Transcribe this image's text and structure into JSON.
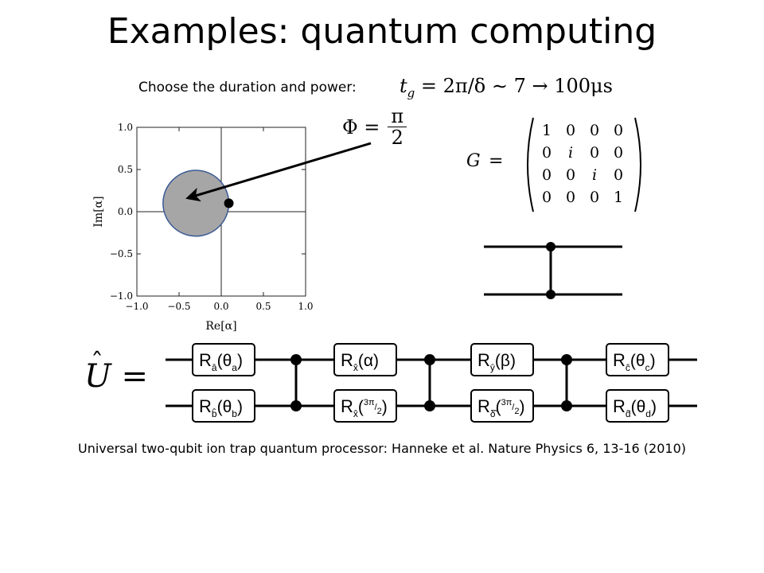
{
  "title": "Examples: quantum computing",
  "duration": {
    "label": "Choose the duration and power:",
    "lhs": "t",
    "lhs_sub": "g",
    "rhs": "= 2π/δ ∼ 7 → 100μs"
  },
  "phase": {
    "lhs": "Φ =",
    "numerator": "π",
    "denominator": "2"
  },
  "plot": {
    "ylabel": "Im[α]",
    "xlabel": "Re[α]",
    "xticks": [
      "−1.0",
      "−0.5",
      "0.0",
      "0.5",
      "1.0"
    ],
    "yticks": [
      "1.0",
      "0.5",
      "0.0",
      "−0.5",
      "−1.0"
    ],
    "xlim": [
      -1.0,
      1.0
    ],
    "ylim": [
      -1.0,
      1.0
    ],
    "circle": {
      "cx": -0.3,
      "cy": 0.1,
      "r": 0.39,
      "fill": "#a6a6a6",
      "stroke": "#3a5a96"
    },
    "dot": {
      "x": 0.09,
      "y": 0.1
    },
    "arrow_tip": {
      "x": -0.37,
      "y": 0.17
    }
  },
  "matrix": {
    "label": "G",
    "eq": "=",
    "rows": [
      [
        "1",
        "0",
        "0",
        "0"
      ],
      [
        "0",
        "i",
        "0",
        "0"
      ],
      [
        "0",
        "0",
        "i",
        "0"
      ],
      [
        "0",
        "0",
        "0",
        "1"
      ]
    ]
  },
  "unitary": {
    "symbol": "U",
    "hat": "ˆ",
    "eq": "="
  },
  "gates": {
    "top": [
      {
        "base": "R",
        "sub": "â",
        "arg": "(θ",
        "arg_sub": "a",
        "close": ")"
      },
      {
        "base": "R",
        "sub": "x̂",
        "arg": "(α)",
        "arg_sub": "",
        "close": ""
      },
      {
        "base": "R",
        "sub": "ŷ",
        "arg": "(β)",
        "arg_sub": "",
        "close": ""
      },
      {
        "base": "R",
        "sub": "ĉ",
        "arg": "(θ",
        "arg_sub": "c",
        "close": ")"
      }
    ],
    "bottom": [
      {
        "base": "R",
        "sub": "b̂",
        "arg": "(θ",
        "arg_sub": "b",
        "close": ")"
      },
      {
        "base": "R",
        "sub": "x̂",
        "arg": "(",
        "frac_num": "3π",
        "frac_den": "2",
        "close": ")"
      },
      {
        "base": "R",
        "sub": "δ̂",
        "arg": "(",
        "frac_num": "3π",
        "frac_den": "2",
        "close": ")"
      },
      {
        "base": "R",
        "sub": "d̂",
        "arg": "(θ",
        "arg_sub": "d",
        "close": ")"
      }
    ]
  },
  "caption": "Universal two-qubit ion trap quantum processor: Hanneke et al. Nature Physics 6, 13-16 (2010)"
}
